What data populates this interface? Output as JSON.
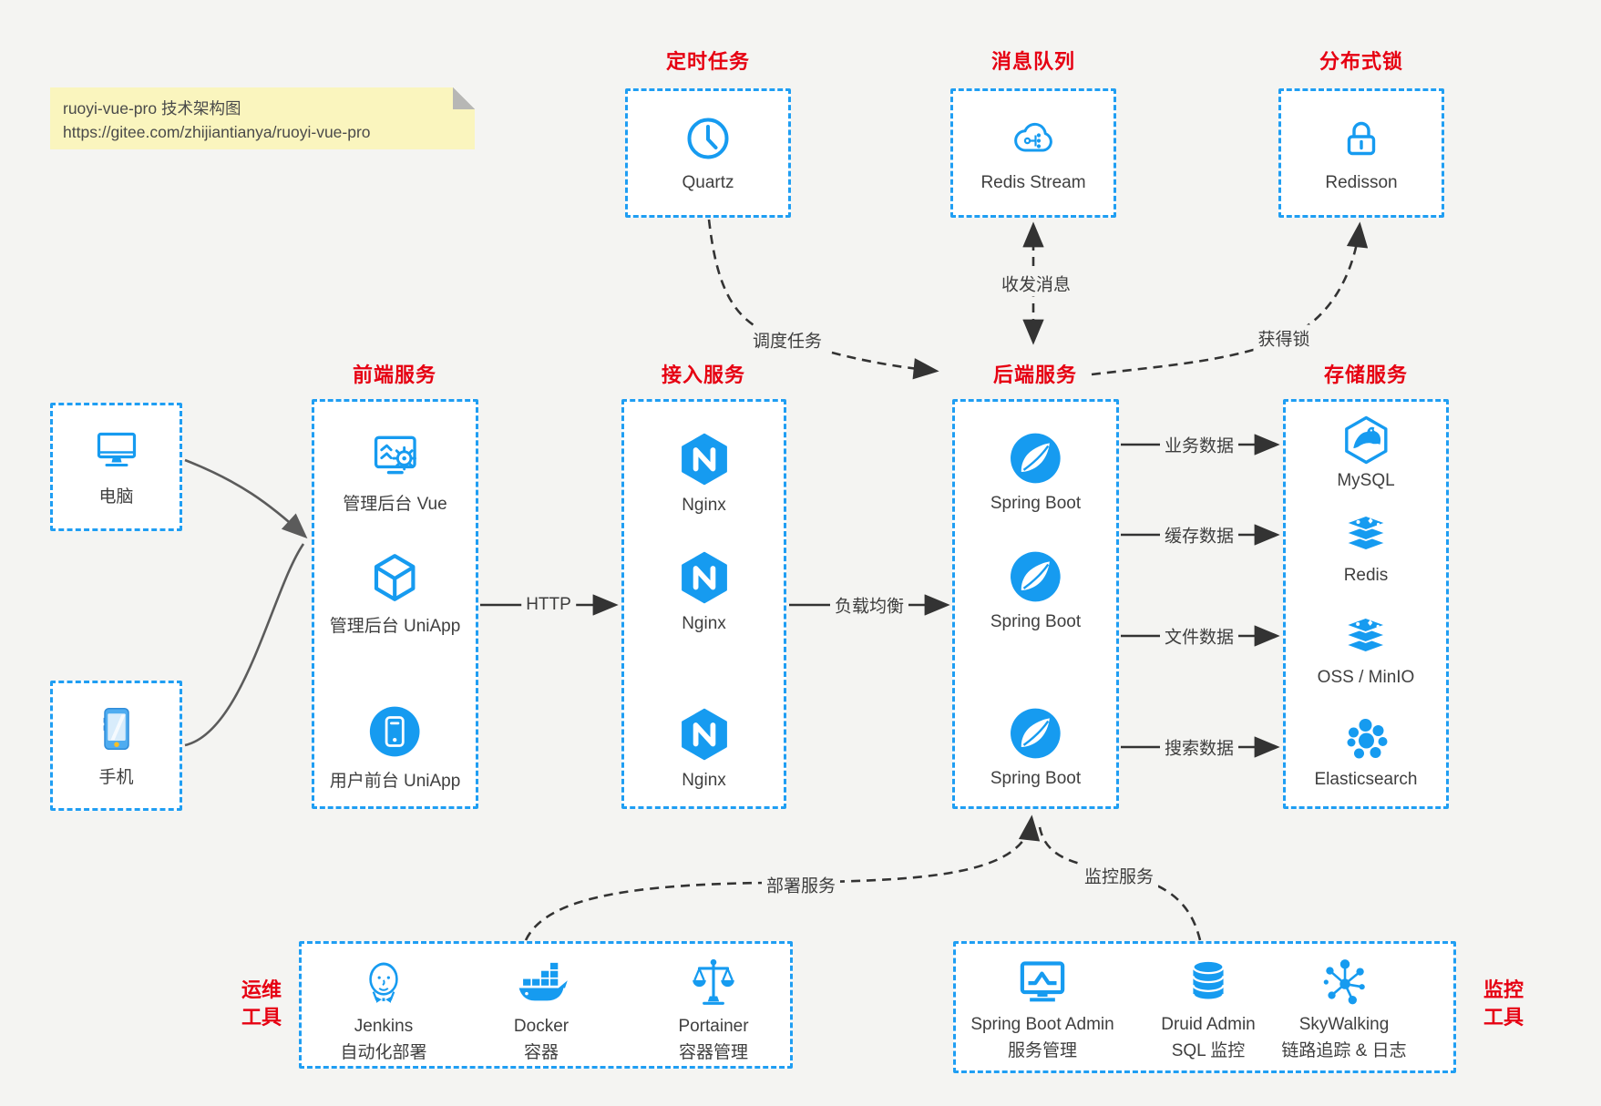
{
  "note": {
    "line1": "ruoyi-vue-pro 技术架构图",
    "line2": "https://gitee.com/zhijiantianya/ruoyi-vue-pro"
  },
  "colors": {
    "accent_blue": "#169BF0",
    "title_red": "#E60012",
    "note_bg": "#FAF5BE",
    "arrow_dark": "#333333",
    "client_arrow_gray": "#5b5b5b"
  },
  "top_groups": [
    {
      "title": "定时任务",
      "item": {
        "label": "Quartz",
        "icon": "clock-icon"
      }
    },
    {
      "title": "消息队列",
      "item": {
        "label": "Redis Stream",
        "icon": "cloud-stream-icon"
      }
    },
    {
      "title": "分布式锁",
      "item": {
        "label": "Redisson",
        "icon": "lock-icon"
      }
    }
  ],
  "clients": [
    {
      "label": "电脑",
      "icon": "desktop-icon"
    },
    {
      "label": "手机",
      "icon": "smartphone-icon"
    }
  ],
  "columns": [
    {
      "title": "前端服务",
      "items": [
        {
          "label": "管理后台 Vue",
          "icon": "vue-admin-icon"
        },
        {
          "label": "管理后台 UniApp",
          "icon": "uniapp-cube-icon"
        },
        {
          "label": "用户前台 UniApp",
          "icon": "uniapp-user-icon"
        }
      ]
    },
    {
      "title": "接入服务",
      "items": [
        {
          "label": "Nginx",
          "icon": "nginx-icon"
        },
        {
          "label": "Nginx",
          "icon": "nginx-icon"
        },
        {
          "label": "Nginx",
          "icon": "nginx-icon"
        }
      ]
    },
    {
      "title": "后端服务",
      "items": [
        {
          "label": "Spring Boot",
          "icon": "spring-boot-icon"
        },
        {
          "label": "Spring Boot",
          "icon": "spring-boot-icon"
        },
        {
          "label": "Spring Boot",
          "icon": "spring-boot-icon"
        }
      ]
    },
    {
      "title": "存储服务",
      "items": [
        {
          "label": "MySQL",
          "icon": "mysql-icon"
        },
        {
          "label": "Redis",
          "icon": "redis-icon"
        },
        {
          "label": "OSS / MinIO",
          "icon": "oss-minio-icon"
        },
        {
          "label": "Elasticsearch",
          "icon": "elasticsearch-icon"
        }
      ]
    }
  ],
  "bottom_groups": [
    {
      "side_label": {
        "line1": "运维",
        "line2": "工具"
      },
      "items": [
        {
          "name": "Jenkins",
          "desc": "自动化部署",
          "icon": "jenkins-icon"
        },
        {
          "name": "Docker",
          "desc": "容器",
          "icon": "docker-icon"
        },
        {
          "name": "Portainer",
          "desc": "容器管理",
          "icon": "portainer-icon"
        }
      ]
    },
    {
      "side_label": {
        "line1": "监控",
        "line2": "工具"
      },
      "items": [
        {
          "name": "Spring Boot Admin",
          "desc": "服务管理",
          "icon": "spring-boot-admin-icon"
        },
        {
          "name": "Druid Admin",
          "desc": "SQL 监控",
          "icon": "druid-icon"
        },
        {
          "name": "SkyWalking",
          "desc": "链路追踪 & 日志",
          "icon": "skywalking-icon"
        }
      ]
    }
  ],
  "edges": {
    "http": "HTTP",
    "load_balance": "负载均衡",
    "schedule_job": "调度任务",
    "send_receive_message": "收发消息",
    "acquire_lock": "获得锁",
    "business_data": "业务数据",
    "cache_data": "缓存数据",
    "file_data": "文件数据",
    "search_data": "搜索数据",
    "deploy_service": "部署服务",
    "monitor_service": "监控服务"
  }
}
